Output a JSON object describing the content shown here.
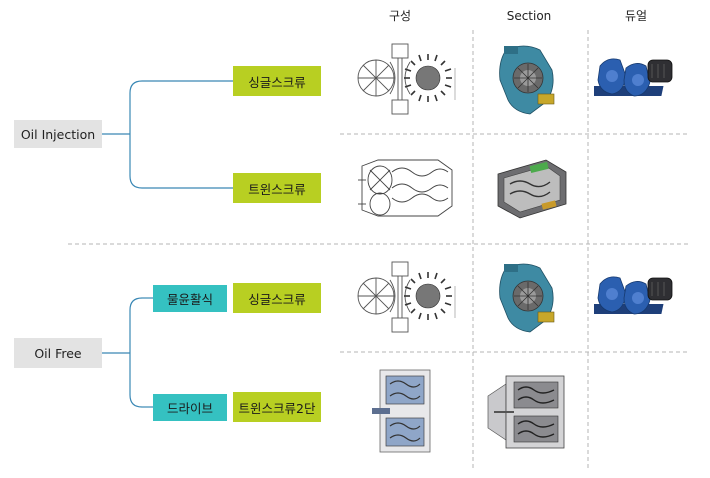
{
  "columns": {
    "config": "구성",
    "section": "Section",
    "dual": "듀얼"
  },
  "groups": {
    "oil_injection": {
      "label": "Oil Injection",
      "single_screw": "싱글스크류",
      "twin_screw": "트윈스크류"
    },
    "oil_free": {
      "label": "Oil Free",
      "water_lubricated": "물윤활식",
      "single_screw": "싱글스크류",
      "dry": "드라이브",
      "twin_screw_two_stage": "트윈스크류2단"
    }
  },
  "colors": {
    "tree_line": "#3a88b5",
    "gray_box": "#e3e3e3",
    "green_box": "#b8cf22",
    "teal_box": "#35c1c1",
    "divider": "#b5b5b5",
    "pump_blue": "#2b5fb0",
    "section_teal": "#3e8aa3"
  },
  "icons": [
    "single-screw-drawing-icon",
    "twin-screw-drawing-icon",
    "single-screw-section-icon",
    "twin-screw-section-icon",
    "dual-compressor-icon",
    "two-stage-section-icon"
  ]
}
